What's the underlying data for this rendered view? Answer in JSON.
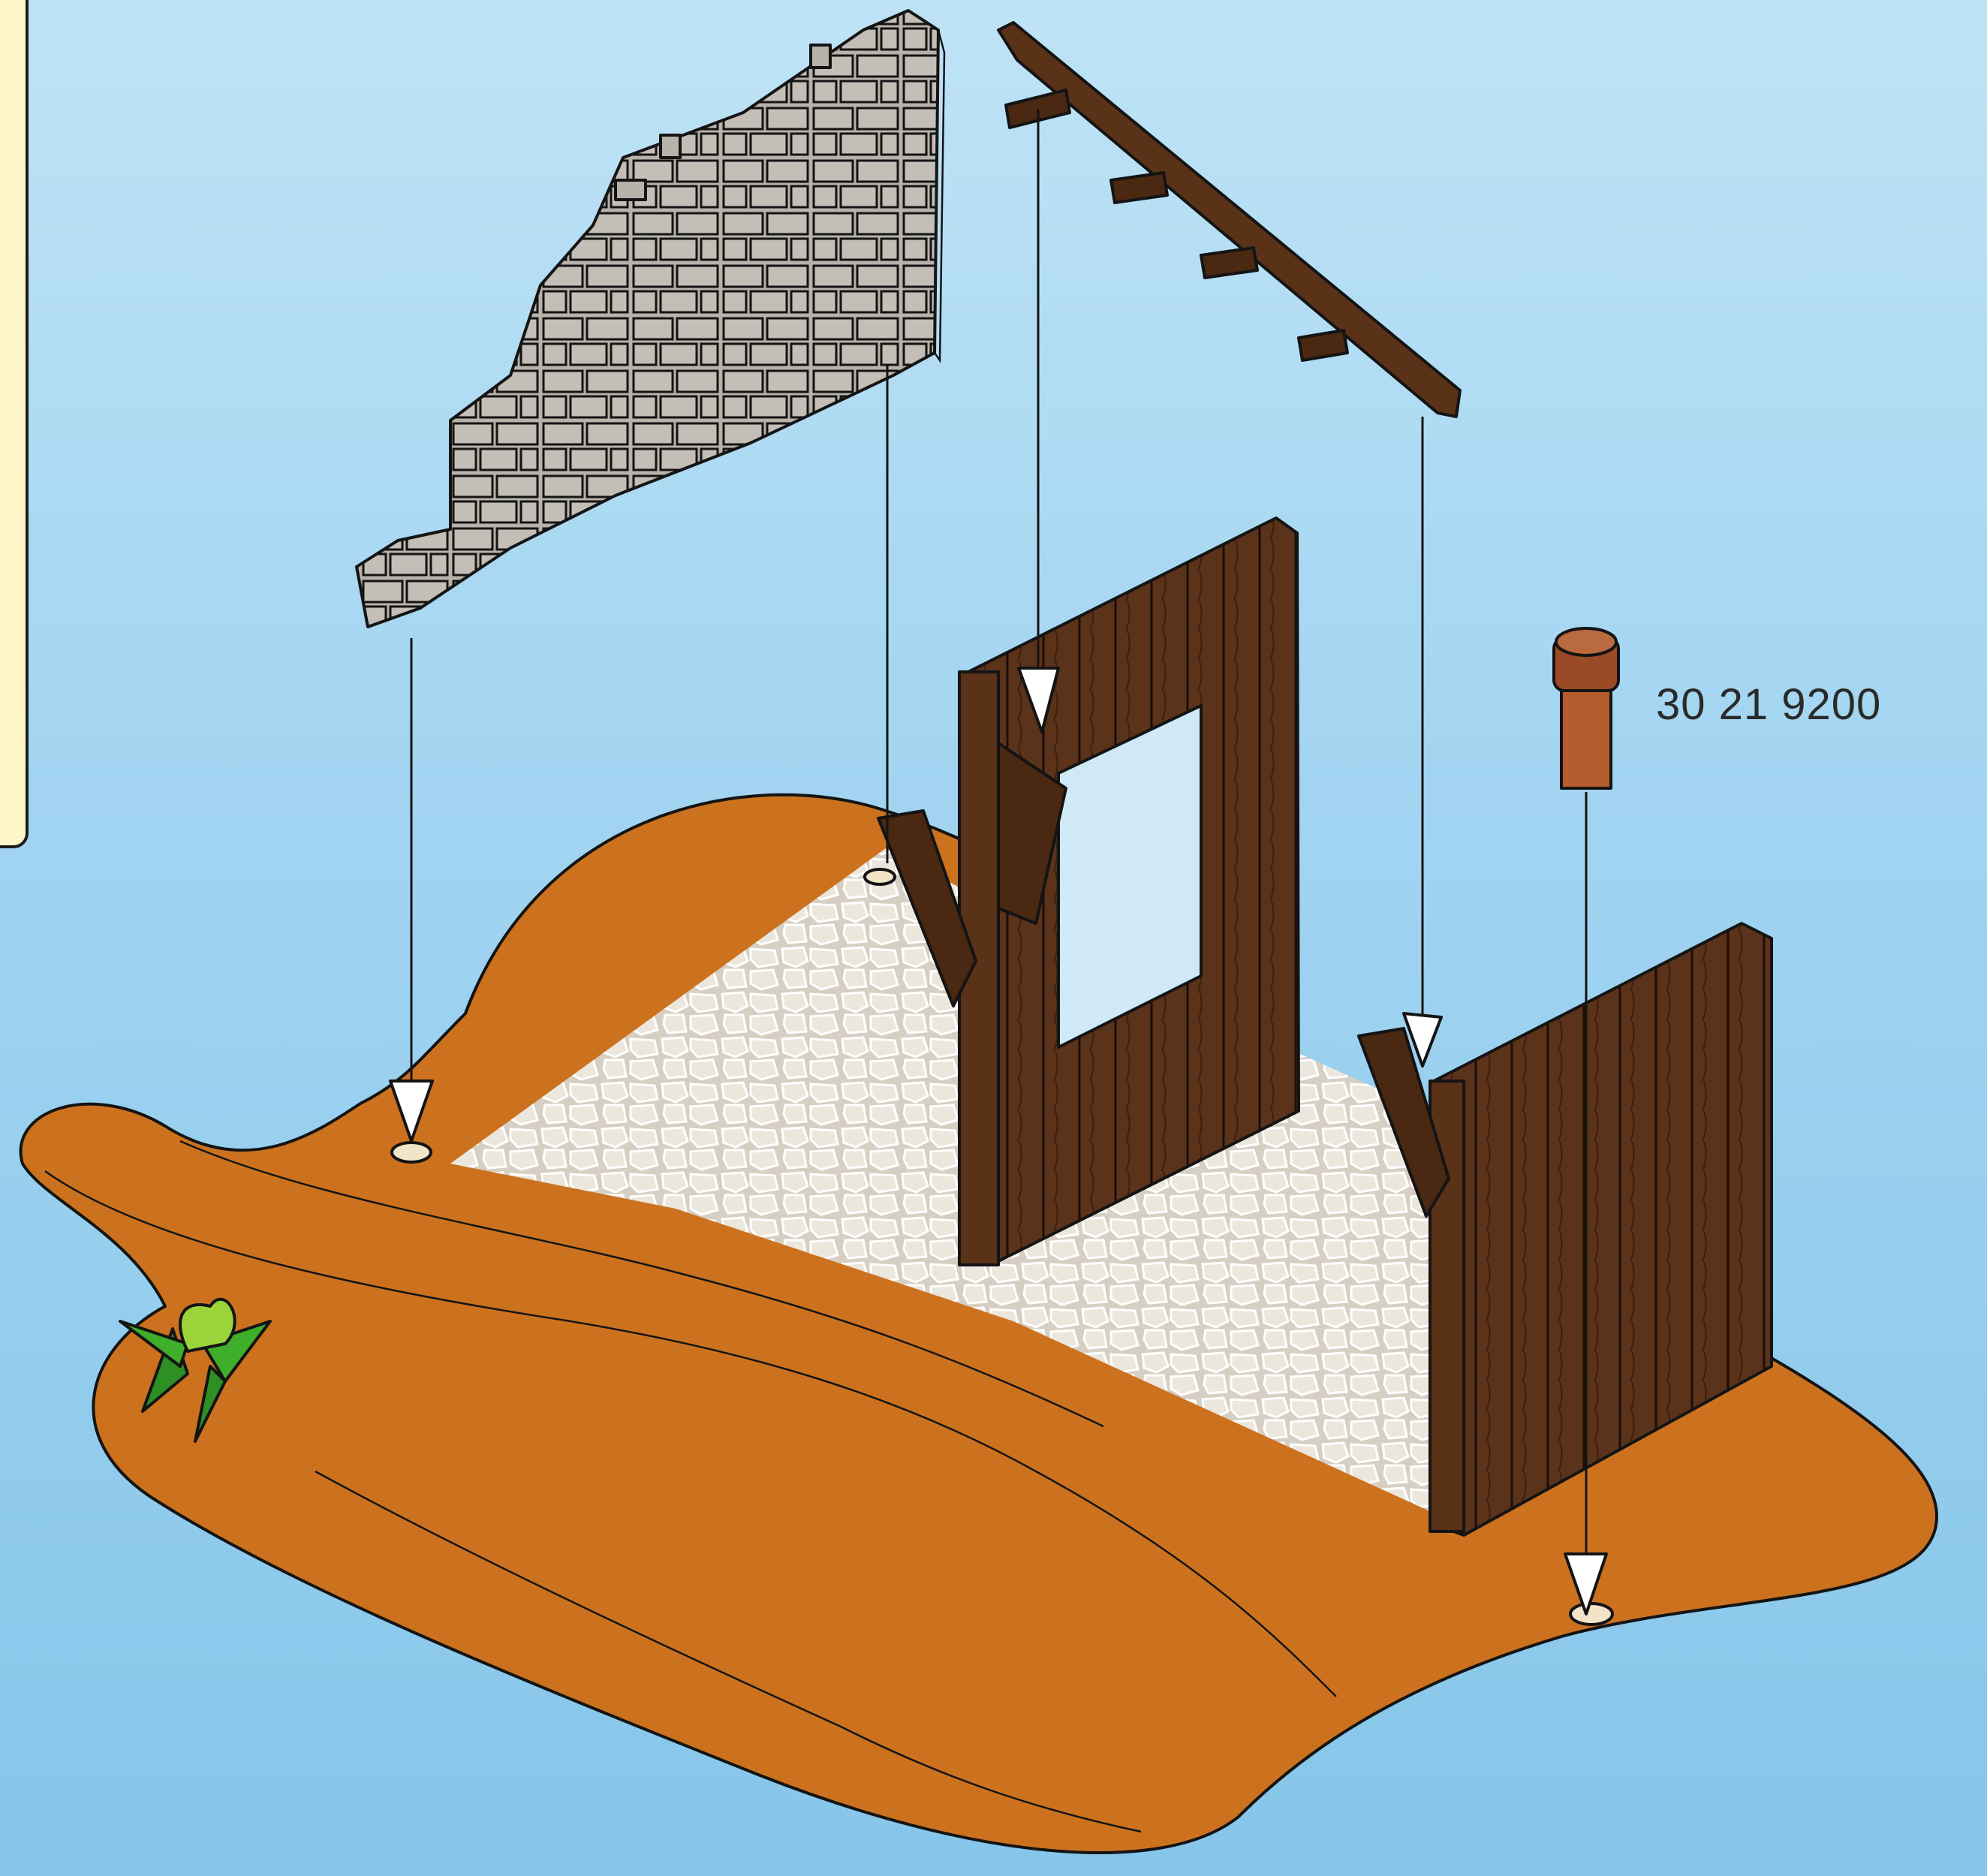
{
  "part_number_label": "30 21 9200",
  "colors": {
    "sky": "#a3d5f1",
    "ground": "#cc721f",
    "wood": "#5a3218",
    "stone": "#bab5ad",
    "note_panel": "#fff6c9",
    "plant": "#3fae2a"
  },
  "parts": [
    "stone-wall-panel",
    "wooden-beam",
    "wooden-window-wall",
    "wooden-door-wall",
    "peg"
  ]
}
